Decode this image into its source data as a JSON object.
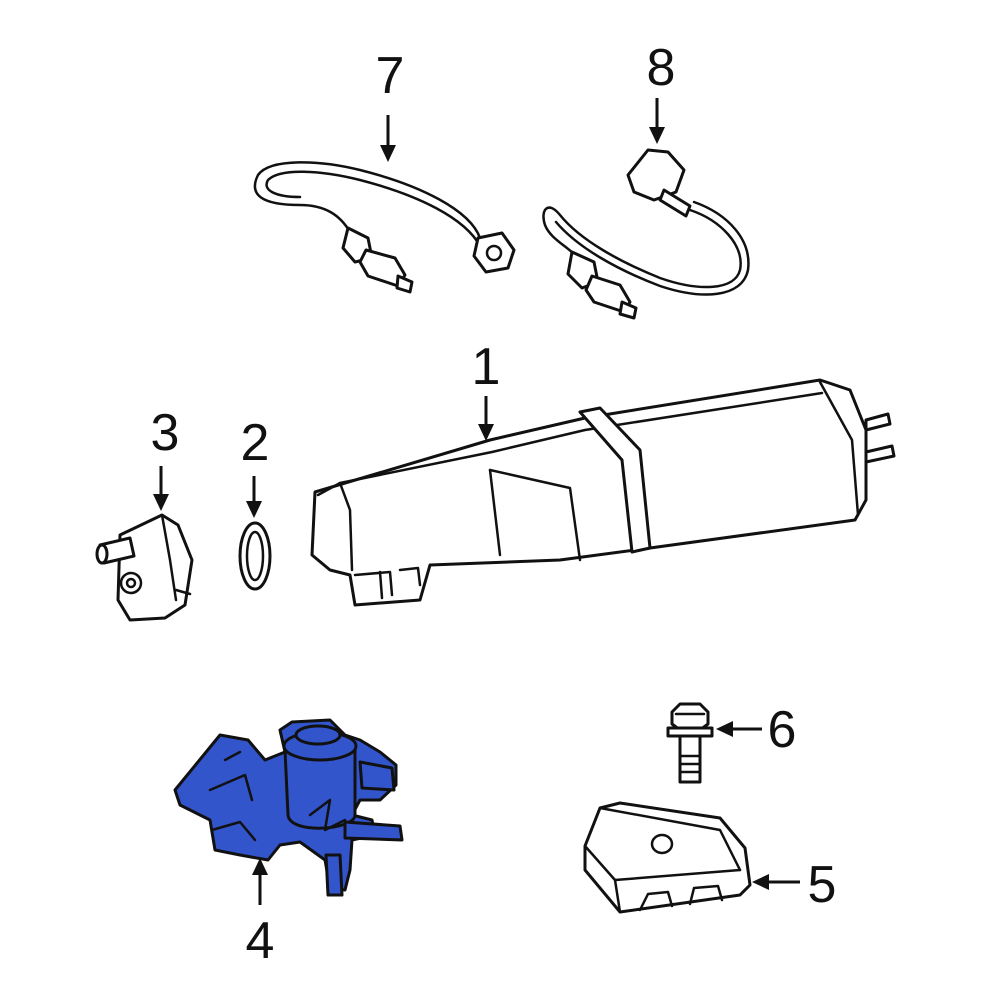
{
  "parts": [
    {
      "id": "1",
      "label": "1",
      "name": "canister",
      "color": "#ffffff"
    },
    {
      "id": "2",
      "label": "2",
      "name": "seal",
      "color": "#ffffff"
    },
    {
      "id": "3",
      "label": "3",
      "name": "sensor",
      "color": "#ffffff"
    },
    {
      "id": "4",
      "label": "4",
      "name": "leak-detection-pump",
      "color": "#3355cc",
      "highlighted": true
    },
    {
      "id": "5",
      "label": "5",
      "name": "module",
      "color": "#ffffff"
    },
    {
      "id": "6",
      "label": "6",
      "name": "bolt",
      "color": "#ffffff"
    },
    {
      "id": "7",
      "label": "7",
      "name": "oxygen-sensor-upstream",
      "color": "#ffffff"
    },
    {
      "id": "8",
      "label": "8",
      "name": "oxygen-sensor-downstream",
      "color": "#ffffff"
    }
  ],
  "colors": {
    "highlight": "#3355cc",
    "outline": "#111111",
    "background": "#ffffff"
  }
}
